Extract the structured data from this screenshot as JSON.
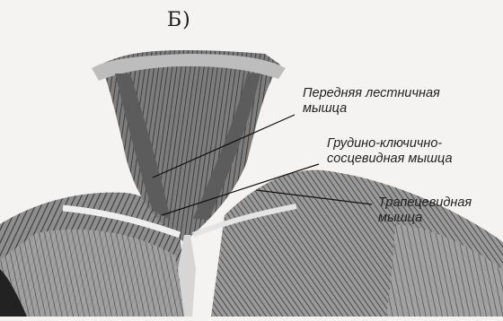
{
  "panel_letter": "Б)",
  "labels": [
    {
      "line1": "Передняя лестничная",
      "line2": "мышца"
    },
    {
      "line1": "Грудино-ключично-",
      "line2": "сосцевидная мышца"
    },
    {
      "line1": "Трапецевидная",
      "line2": "мышца"
    }
  ]
}
